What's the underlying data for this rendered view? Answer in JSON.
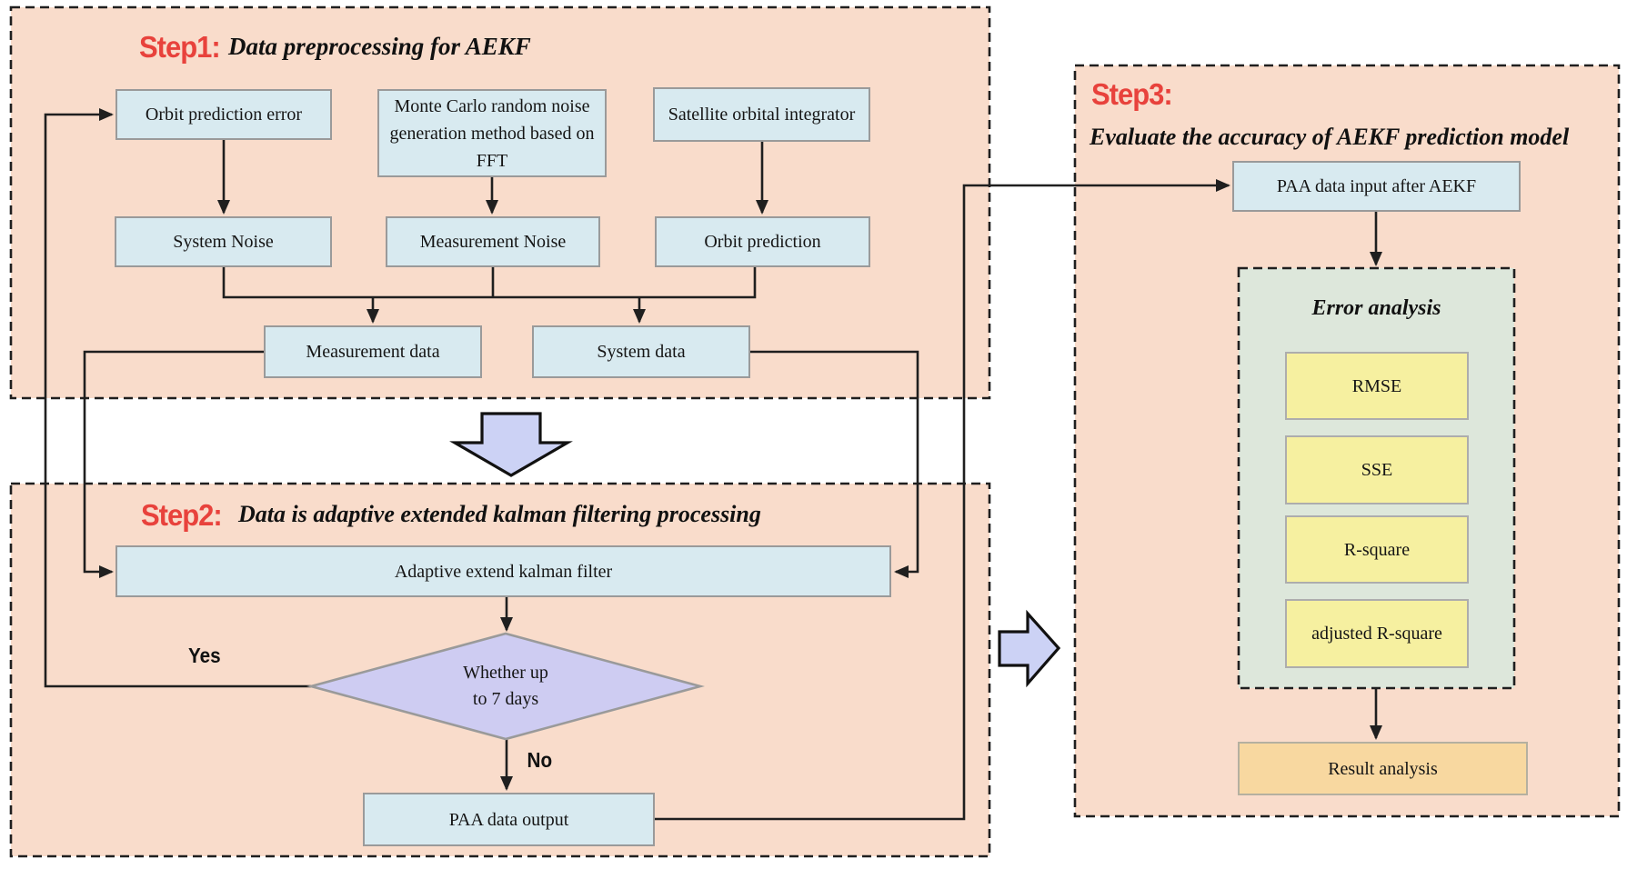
{
  "panels": {
    "step1": {
      "label": "Step1:",
      "title": "Data preprocessing for AEKF"
    },
    "step2": {
      "label": "Step2:",
      "title": "Data is adaptive extended kalman filtering processing"
    },
    "step3": {
      "label": "Step3:",
      "title": "Evaluate the accuracy of AEKF prediction model"
    },
    "error": {
      "title": "Error analysis"
    }
  },
  "nodes": {
    "orbit_error": "Orbit prediction error",
    "monte_carlo": "Monte Carlo random noise generation method based on FFT",
    "satellite": "Satellite orbital integrator",
    "system_noise": "System Noise",
    "measurement_noise": "Measurement Noise",
    "orbit_prediction": "Orbit prediction",
    "measurement_data": "Measurement data",
    "system_data": "System data",
    "aekf": "Adaptive extend kalman filter",
    "paa_output": "PAA data output",
    "paa_input": "PAA data input after AEKF",
    "result": "Result analysis"
  },
  "decision": {
    "line1": "Whether up",
    "line2": "to 7 days",
    "yes_label": "Yes",
    "no_label": "No"
  },
  "metrics": [
    "RMSE",
    "SSE",
    "R-square",
    "adjusted R-square"
  ],
  "colors": {
    "panel_bg": "#f9dccb",
    "node_bg": "#d8eaf0",
    "diamond_bg": "#ceccf2",
    "metric_bg": "#f6f0a0",
    "error_panel_bg": "#dde7db",
    "result_bg": "#f8d8a0",
    "big_arrow_bg": "#ccd2f5",
    "step_label_color": "#e8423c",
    "line_color": "#1f1f1f"
  }
}
